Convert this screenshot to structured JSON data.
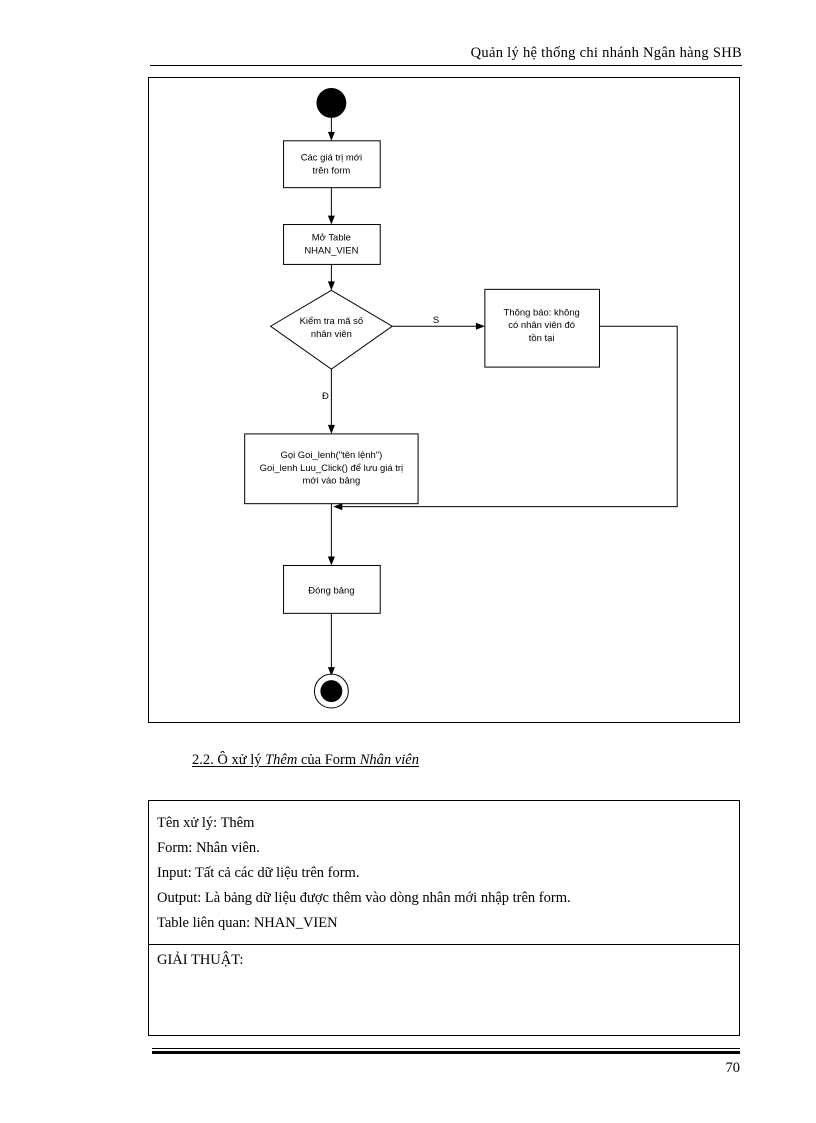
{
  "page": {
    "header_text": "Quản lý hệ thống chi nhánh Ngân hàng SHB",
    "page_number": "70"
  },
  "diagram": {
    "nodes": {
      "start": "",
      "new_values": "Các giá trị mới\ntrên form",
      "new_values_line1": "Các giá trị mới",
      "new_values_line2": "trên form",
      "open_table_line1": "Mở Table",
      "open_table_line2": "NHAN_VIEN",
      "decision_line1": "Kiểm tra mã số",
      "decision_line2": "nhân viên",
      "message_line1": "Thông báo: không",
      "message_line2": "có nhân viên đó",
      "message_line3": "tồn tại",
      "process_line1": "Gọi Goi_lenh(\"tên lệnh\")",
      "process_line2": "Goi_lenh Luu_Click() để lưu giá trị",
      "process_line3": "mới vào bảng",
      "close_table": "Đóng bảng"
    },
    "edge_labels": {
      "yes_branch": "S",
      "no_branch": "Đ"
    }
  },
  "caption": {
    "number": "2.2. ",
    "text_1": "Ô xử lý ",
    "em_1": "Thêm",
    "text_2": " của Form ",
    "em_2": "Nhân viên"
  },
  "spec": {
    "lines": [
      "Tên xử lý:  Thêm",
      "Form:  Nhân viên.",
      "Input:  Tất cả các dữ liệu trên form.",
      "Output:  Là bảng dữ liệu được thêm vào dòng nhân mới nhập trên form.",
      "Table liên quan:  NHAN_VIEN"
    ],
    "algorithm_heading": "GIẢI THUẬT:",
    "algorithm_body": ""
  }
}
